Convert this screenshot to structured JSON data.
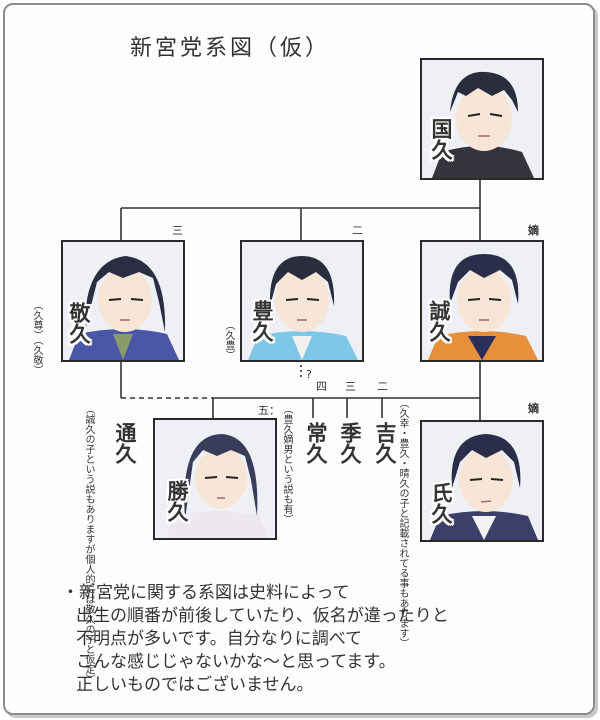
{
  "title": "新宮党系図（仮）",
  "people": {
    "kunihisa": "国久",
    "takahisa": "敬久",
    "toyohisa": "豊久",
    "sanehisa": "誠久",
    "michihisa": "通久",
    "katsuhisa": "勝久",
    "tsunehisa": "常久",
    "suehisa": "季久",
    "yoshihisa": "吉久",
    "ujihisa": "氏久"
  },
  "labels": {
    "third": "三",
    "second": "二",
    "heir_top": "嫡",
    "heir_bottom": "嫡",
    "question": "?",
    "fourth": "四",
    "third_child": "三",
    "second_child": "二",
    "fifth": "五："
  },
  "notes": {
    "takahisa": "（久尊）（久敬）",
    "toyohisa": "（久豊）",
    "michihisa": "（誠久の子という説もありますが個人的には敬久の子と仮定）",
    "tsunehisa": "（豊久嫡男という説も有）",
    "yoshihisa": "（久幸・豊久・晴久の子と記載されてる事もあります）"
  },
  "footnote": [
    "・新宮党に関する系図は史料によって",
    "出生の順番が前後していたり、仮名が違ったりと",
    "不明点が多いです。自分なりに調べて",
    "こんな感じじゃないかな～と思ってます。",
    "正しいものではございません。"
  ]
}
